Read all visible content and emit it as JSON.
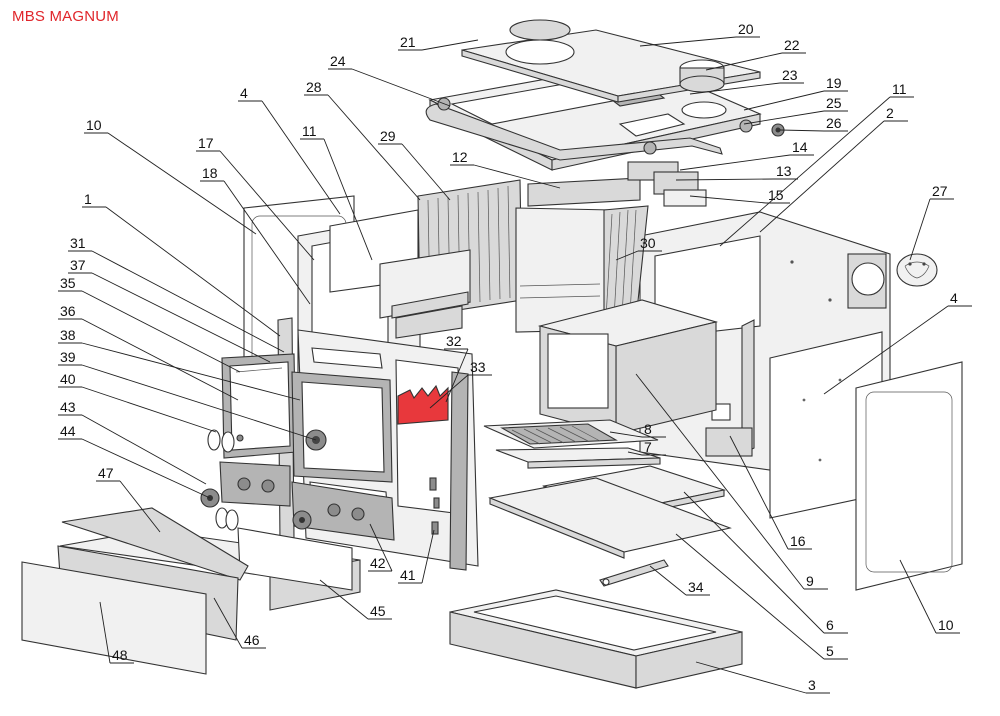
{
  "title": "MBS MAGNUM",
  "colors": {
    "title": "#e0262b",
    "accent_part": "#e8383c"
  },
  "callouts": [
    {
      "label": "21"
    },
    {
      "label": "20"
    },
    {
      "label": "22"
    },
    {
      "label": "23"
    },
    {
      "label": "19"
    },
    {
      "label": "25"
    },
    {
      "label": "26"
    },
    {
      "label": "24"
    },
    {
      "label": "28"
    },
    {
      "label": "4"
    },
    {
      "label": "11"
    },
    {
      "label": "10"
    },
    {
      "label": "17"
    },
    {
      "label": "18"
    },
    {
      "label": "29"
    },
    {
      "label": "12"
    },
    {
      "label": "14"
    },
    {
      "label": "13"
    },
    {
      "label": "15"
    },
    {
      "label": "11"
    },
    {
      "label": "2"
    },
    {
      "label": "27"
    },
    {
      "label": "1"
    },
    {
      "label": "31"
    },
    {
      "label": "37"
    },
    {
      "label": "35"
    },
    {
      "label": "36"
    },
    {
      "label": "38"
    },
    {
      "label": "39"
    },
    {
      "label": "40"
    },
    {
      "label": "43"
    },
    {
      "label": "44"
    },
    {
      "label": "47"
    },
    {
      "label": "48"
    },
    {
      "label": "46"
    },
    {
      "label": "45"
    },
    {
      "label": "42"
    },
    {
      "label": "41"
    },
    {
      "label": "32"
    },
    {
      "label": "33"
    },
    {
      "label": "30"
    },
    {
      "label": "8"
    },
    {
      "label": "7"
    },
    {
      "label": "9"
    },
    {
      "label": "16"
    },
    {
      "label": "4"
    },
    {
      "label": "10"
    },
    {
      "label": "34"
    },
    {
      "label": "6"
    },
    {
      "label": "5"
    },
    {
      "label": "3"
    }
  ]
}
